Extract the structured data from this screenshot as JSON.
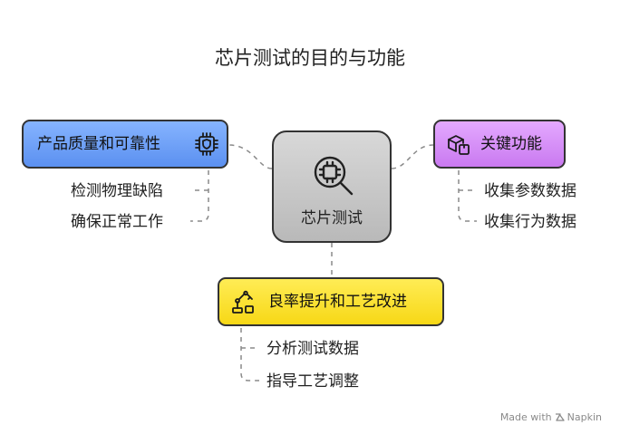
{
  "title": "芯片测试的目的与功能",
  "center": {
    "label": "芯片测试",
    "icon": "chip-search-icon"
  },
  "branches": {
    "quality": {
      "label": "产品质量和可靠性",
      "icon": "chip-shield-icon",
      "color": "#6a9cf7",
      "items": [
        "检测物理缺陷",
        "确保正常工作"
      ]
    },
    "key_functions": {
      "label": "关键功能",
      "icon": "boxes-icon",
      "color": "#d48af5",
      "items": [
        "收集参数数据",
        "收集行为数据"
      ]
    },
    "yield": {
      "label": "良率提升和工艺改进",
      "icon": "robot-arm-icon",
      "color": "#f9dd2a",
      "items": [
        "分析测试数据",
        "指导工艺调整"
      ]
    }
  },
  "branding": {
    "text": "Made with",
    "brand": "Napkin"
  }
}
